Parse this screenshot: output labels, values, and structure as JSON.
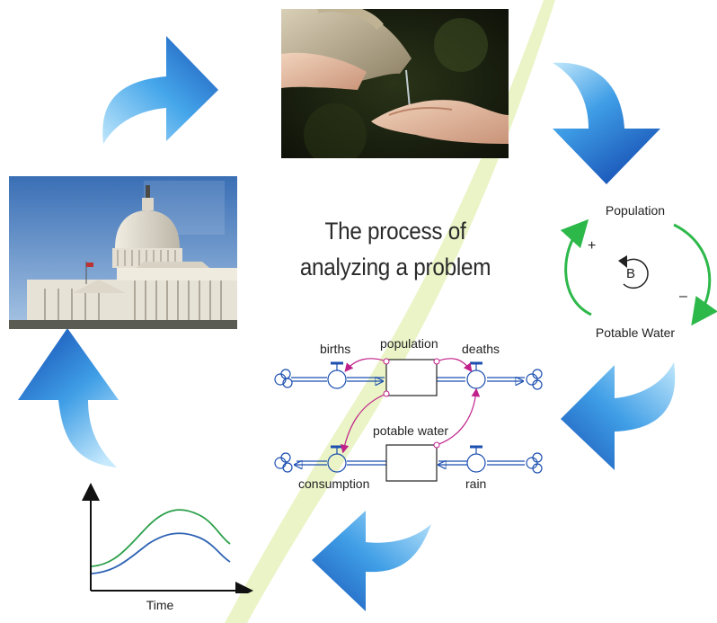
{
  "title": {
    "line1": "The process of",
    "line2": "analyzing a problem"
  },
  "loop_diagram": {
    "top_label": "Population",
    "bottom_label": "Potable Water",
    "plus_sign": "+",
    "minus_sign": "–",
    "loop_marker": "B",
    "arrow_color": "#2db84a"
  },
  "stock_flow": {
    "stocks": [
      "population",
      "potable water"
    ],
    "flows": {
      "births": "births",
      "deaths": "deaths",
      "consumption": "consumption",
      "rain": "rain"
    },
    "flow_color": "#1c4fb0",
    "link_color": "#c0208a"
  },
  "time_graph": {
    "x_label": "Time",
    "series_colors": [
      "#2aa049",
      "#2d62b3"
    ]
  },
  "colors": {
    "cycle_arrow": "#2a7fd6",
    "cycle_arrow_dark": "#1d4fa8",
    "background_stroke": "#e8f3c4"
  }
}
